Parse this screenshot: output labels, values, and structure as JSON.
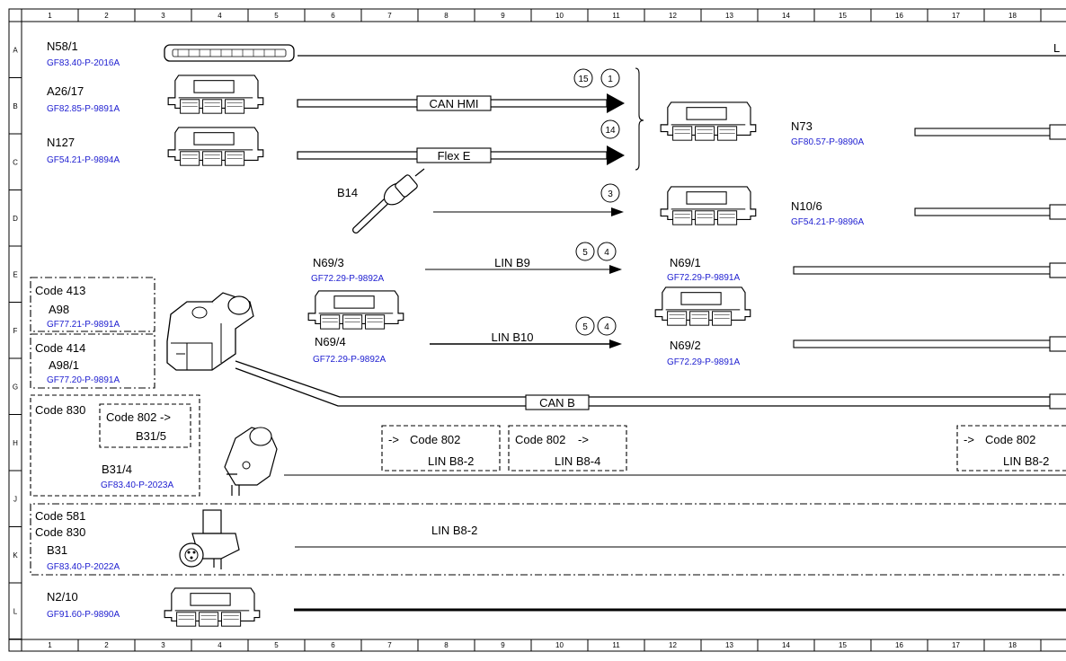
{
  "grid": {
    "columns": [
      "1",
      "2",
      "3",
      "4",
      "5",
      "6",
      "7",
      "8",
      "9",
      "10",
      "11",
      "12",
      "13",
      "14",
      "15",
      "16",
      "17",
      "18"
    ],
    "rows": [
      "A",
      "B",
      "C",
      "D",
      "E",
      "F",
      "G",
      "H",
      "J",
      "K",
      "L"
    ]
  },
  "components": {
    "n58_1": {
      "name": "N58/1",
      "ref": "GF83.40-P-2016A"
    },
    "a26_17": {
      "name": "A26/17",
      "ref": "GF82.85-P-9891A"
    },
    "n127": {
      "name": "N127",
      "ref": "GF54.21-P-9894A"
    },
    "n73": {
      "name": "N73",
      "ref": "GF80.57-P-9890A"
    },
    "b14": {
      "name": "B14"
    },
    "n10_6": {
      "name": "N10/6",
      "ref": "GF54.21-P-9896A"
    },
    "n69_3": {
      "name": "N69/3",
      "ref": "GF72.29-P-9892A"
    },
    "n69_4": {
      "name": "N69/4",
      "ref": "GF72.29-P-9892A"
    },
    "n69_1": {
      "name": "N69/1",
      "ref": "GF72.29-P-9891A"
    },
    "n69_2": {
      "name": "N69/2",
      "ref": "GF72.29-P-9891A"
    },
    "a98": {
      "code": "Code 413",
      "name": "A98",
      "ref": "GF77.21-P-9891A"
    },
    "a98_1": {
      "code": "Code 414",
      "name": "A98/1",
      "ref": "GF77.20-P-9891A"
    },
    "b31_4": {
      "code": "Code 830",
      "sub_code": "Code 802 ->",
      "sub_name": "B31/5",
      "name": "B31/4",
      "ref": "GF83.40-P-2023A"
    },
    "b31": {
      "code1": "Code 581",
      "code2": "Code 830",
      "name": "B31",
      "ref": "GF83.40-P-2022A"
    },
    "n2_10": {
      "name": "N2/10",
      "ref": "GF91.60-P-9890A"
    }
  },
  "buses": {
    "can_hmi": "CAN HMI",
    "flex_e": "Flex E",
    "lin_b9": "LIN B9",
    "lin_b10": "LIN B10",
    "can_b": "CAN B",
    "lin_b8_2": "LIN B8-2"
  },
  "circles": {
    "c15": "15",
    "c1": "1",
    "c14": "14",
    "c3": "3",
    "c5a": "5",
    "c4a": "4",
    "c5b": "5",
    "c4b": "4"
  },
  "code_boxes": {
    "box1": {
      "arrow": "->",
      "code": "Code 802",
      "lin": "LIN B8-2"
    },
    "box2": {
      "code": "Code 802",
      "arrow": "->",
      "lin": "LIN B8-4"
    },
    "box3": {
      "arrow": "->",
      "code": "Code 802",
      "lin": "LIN B8-2"
    }
  },
  "partial_label": "L"
}
